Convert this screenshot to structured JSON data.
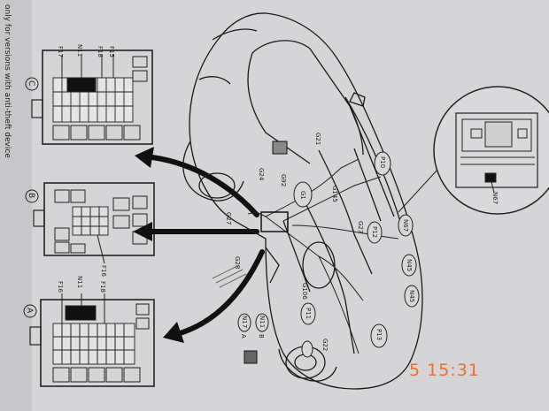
{
  "footnote": "only for versions with anti-theft device",
  "camera_stamp": "5  15:31",
  "boxes": {
    "a": {
      "marker": "A",
      "labels": [
        "N11",
        "F18",
        "F16"
      ]
    },
    "b": {
      "marker": "B",
      "labels": [
        "F16"
      ]
    },
    "c": {
      "marker": "C",
      "labels": [
        "N11",
        "F18",
        "F15",
        "F17"
      ]
    }
  },
  "car_labels": {
    "p10": "P10",
    "p12": "P12",
    "p13": "P13",
    "p11": "P11",
    "n67": "N67",
    "n45": "N45",
    "g1": "G1",
    "g21": "G21",
    "g22": "G22",
    "g23": "G23",
    "g24": "G24",
    "g28": "G28",
    "g145": "G145",
    "g106": "G106",
    "g92": "G92",
    "g27": "G27",
    "n11": "N11",
    "n17": "N17",
    "a": "A",
    "b": "B"
  },
  "inset_label": "N67"
}
